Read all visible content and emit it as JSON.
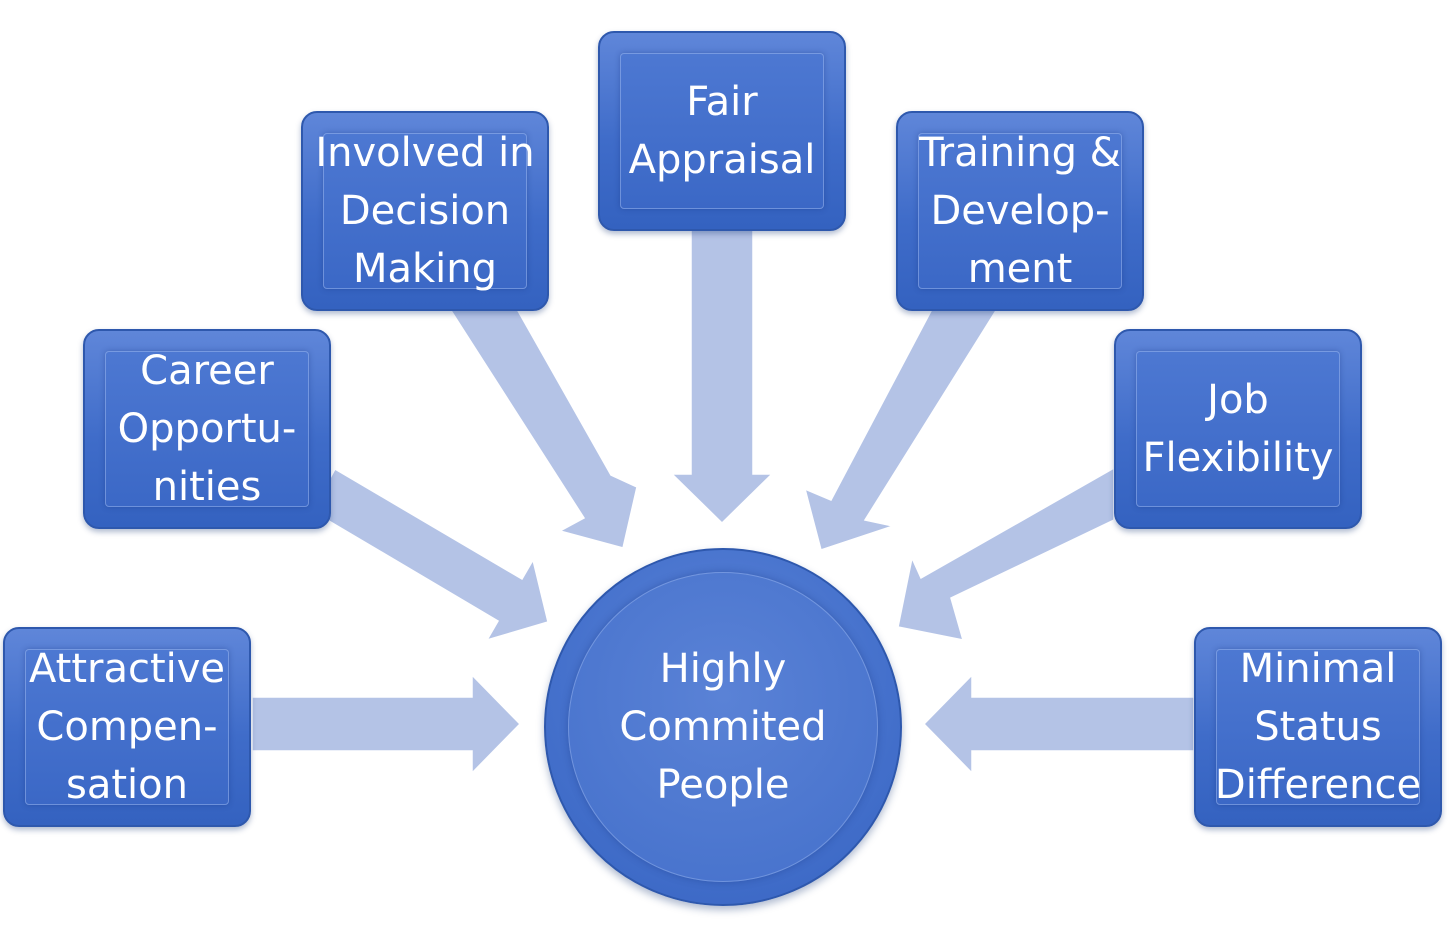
{
  "diagram": {
    "center": {
      "label": "Highly\nCommited\nPeople"
    },
    "factors": [
      {
        "id": "compensation",
        "label": "Attractive\nCompen-\nsation"
      },
      {
        "id": "career",
        "label": "Career\nOpportu-\nnities"
      },
      {
        "id": "decision",
        "label": "Involved in\nDecision\nMaking"
      },
      {
        "id": "appraisal",
        "label": "Fair\nAppraisal"
      },
      {
        "id": "training",
        "label": "Training &\nDevelop-\nment"
      },
      {
        "id": "flexibility",
        "label": "Job\nFlexibility"
      },
      {
        "id": "status",
        "label": "Minimal\nStatus\nDifference"
      }
    ]
  },
  "colors": {
    "box_fill": "#3f6cc9",
    "arrow_fill": "#b4c3e6",
    "text": "#ffffff"
  }
}
